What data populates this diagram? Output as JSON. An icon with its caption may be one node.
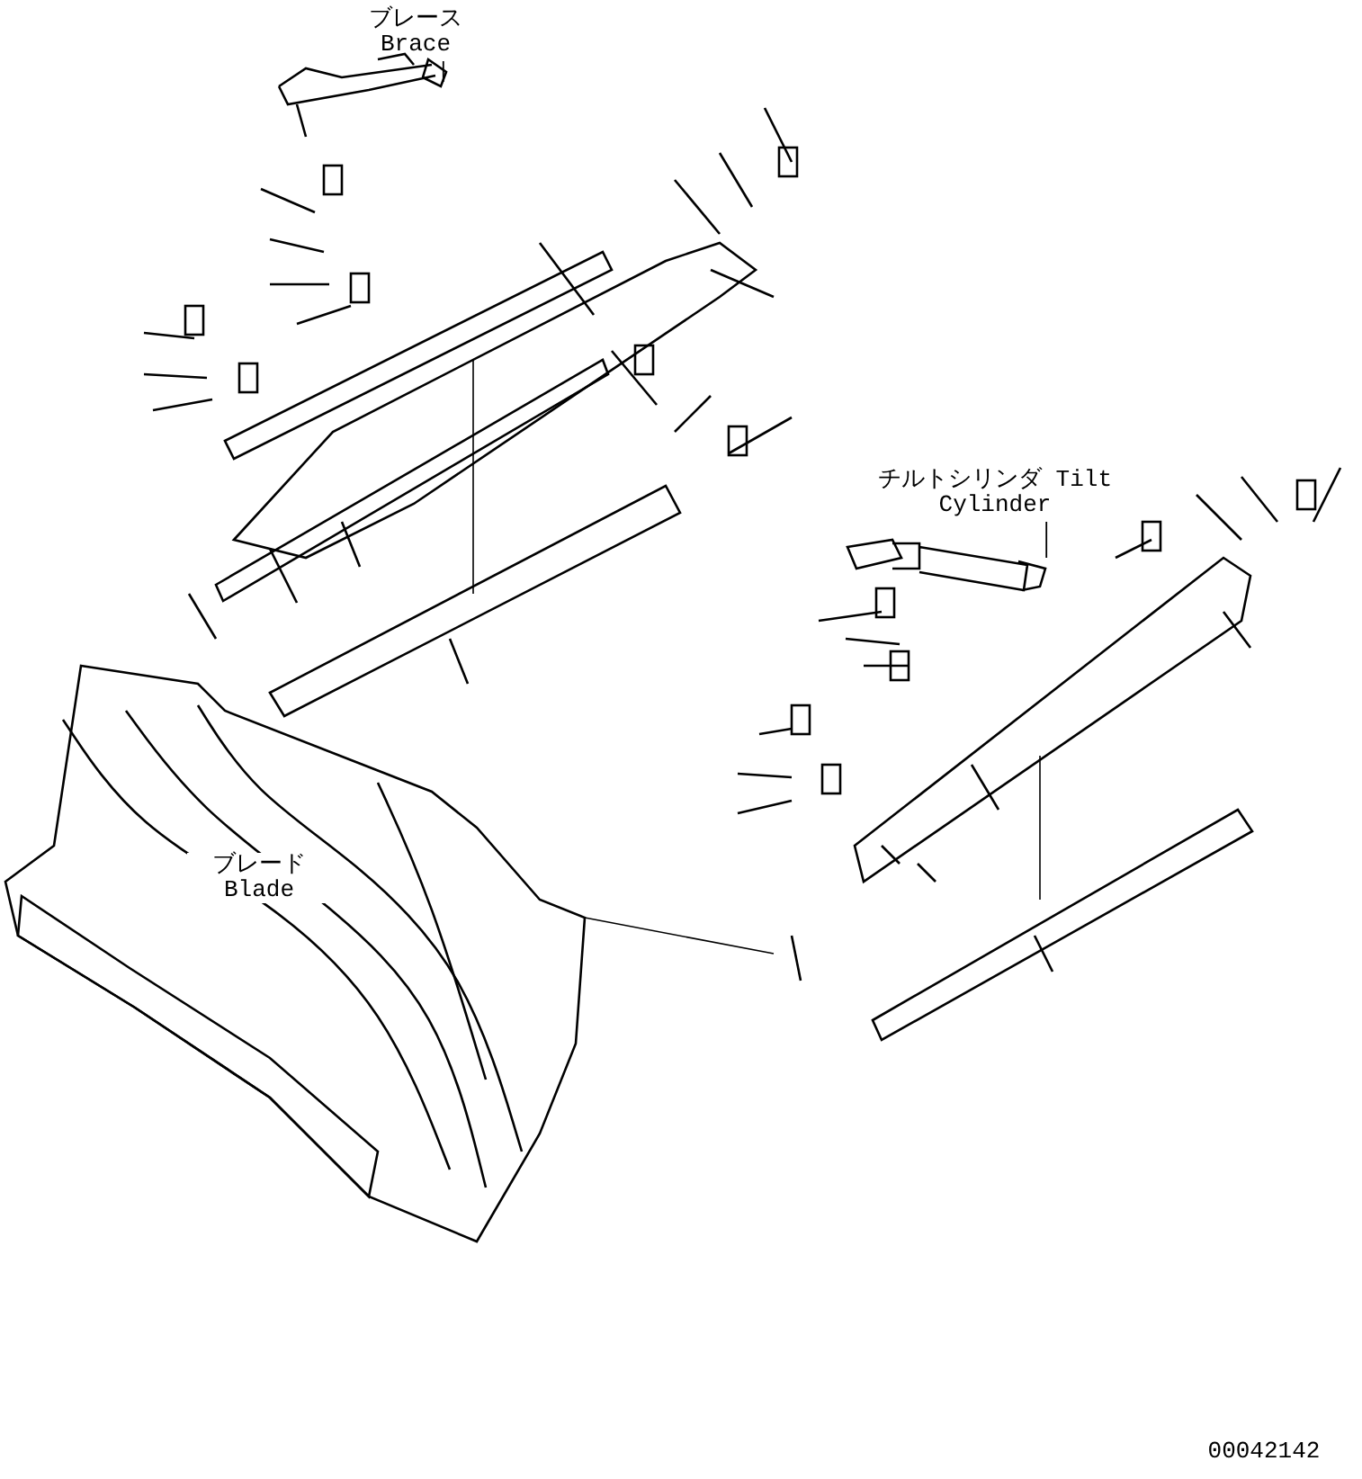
{
  "diagram": {
    "nodes": [
      {
        "text": [
          "ブレース Brace"
        ]
      },
      {
        "text": [],
        "shape": "picture"
      },
      {
        "text": [
          "チルトシリンダ Tilt Cylinder"
        ]
      },
      {
        "text": [],
        "shape": "picture"
      }
    ],
    "edges": [
      {
        "from": 0,
        "to": 1,
        "arrow": "none"
      },
      {
        "from": 2,
        "to": 3,
        "arrow": "none"
      }
    ],
    "labels": [
      "ブレード Blade",
      "00042142"
    ]
  }
}
